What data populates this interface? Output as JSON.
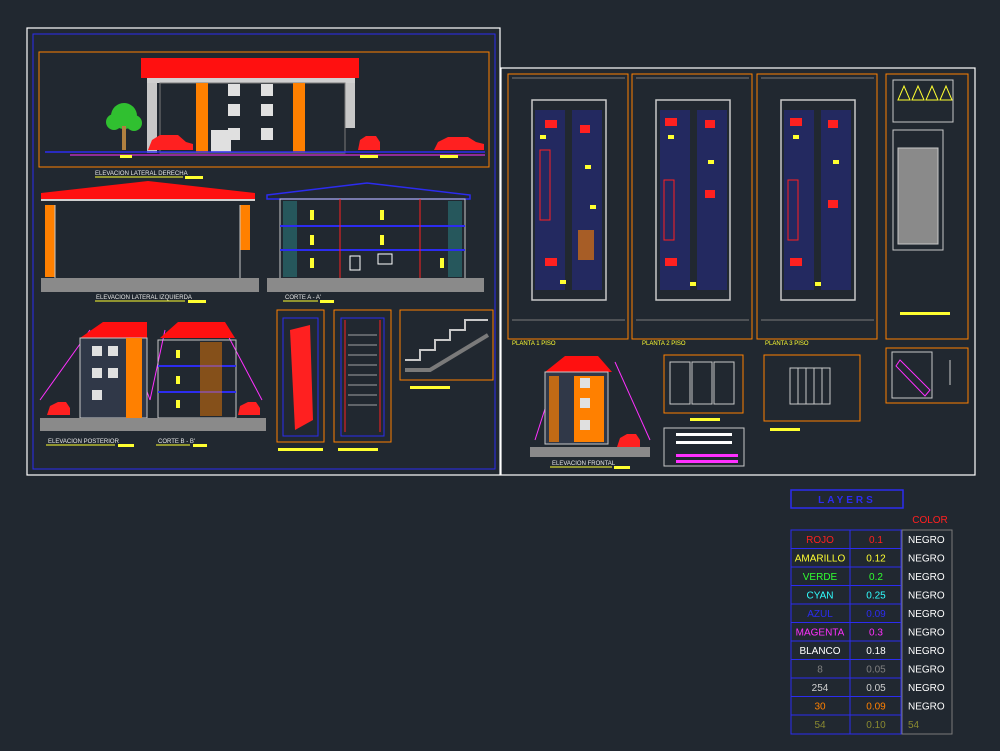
{
  "sheet_left": {
    "views": {
      "lateral_derecha": "ELEVACION LATERAL DERECHA",
      "lateral_izquierda": "ELEVACION LATERAL IZQUIERDA",
      "corte_aa": "CORTE A - A'",
      "posterior": "ELEVACION POSTERIOR",
      "corte_bb": "CORTE B - B'"
    }
  },
  "sheet_right": {
    "views": {
      "planta1": "PLANTA 1 PISO",
      "planta2": "PLANTA 2 PISO",
      "planta3": "PLANTA 3 PISO",
      "frontal": "ELEVACION FRONTAL"
    }
  },
  "layers": {
    "title": "LAYERS",
    "color_header": "COLOR",
    "rows": [
      {
        "name": "ROJO",
        "weight": "0.1",
        "color_name": "NEGRO",
        "color": "#ff2020"
      },
      {
        "name": "AMARILLO",
        "weight": "0.12",
        "color_name": "NEGRO",
        "color": "#ffff30"
      },
      {
        "name": "VERDE",
        "weight": "0.2",
        "color_name": "NEGRO",
        "color": "#30ff30"
      },
      {
        "name": "CYAN",
        "weight": "0.25",
        "color_name": "NEGRO",
        "color": "#30ffff"
      },
      {
        "name": "AZUL",
        "weight": "0.09",
        "color_name": "NEGRO",
        "color": "#2c2cf0"
      },
      {
        "name": "MAGENTA",
        "weight": "0.3",
        "color_name": "NEGRO",
        "color": "#ff30ff"
      },
      {
        "name": "BLANCO",
        "weight": "0.18",
        "color_name": "NEGRO",
        "color": "#ffffff"
      },
      {
        "name": "8",
        "weight": "0.05",
        "color_name": "NEGRO",
        "color": "#808080"
      },
      {
        "name": "254",
        "weight": "0.05",
        "color_name": "NEGRO",
        "color": "#d0d0d0"
      },
      {
        "name": "30",
        "weight": "0.09",
        "color_name": "NEGRO",
        "color": "#ff8000"
      },
      {
        "name": "54",
        "weight": "0.10",
        "color_name": "54",
        "color": "#8a8a30"
      }
    ]
  },
  "colors": {
    "background": "#212830",
    "frame": "#ffffff",
    "red": "#ff2020",
    "yellow": "#ffff30",
    "orange": "#ff8000",
    "blue": "#2c2cf0",
    "magenta": "#ff30ff",
    "green": "#30c030",
    "gray": "#8a8a8a"
  }
}
